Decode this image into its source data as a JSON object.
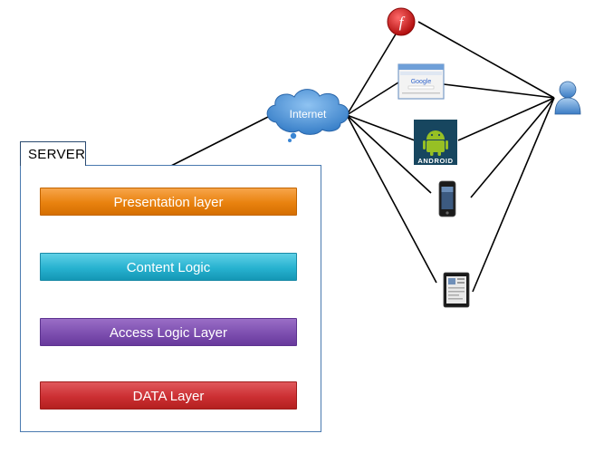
{
  "server": {
    "title": "SERVER"
  },
  "layers": {
    "presentation": "Presentation layer",
    "content": "Content Logic",
    "access": "Access Logic Layer",
    "data": "DATA Layer"
  },
  "internet": {
    "label": "Internet"
  },
  "clients": {
    "flash_icon": "flash-icon",
    "browser_icon": "web-browser-icon",
    "android_icon": "android-icon",
    "android_text": "ANDROID",
    "phone_icon": "smartphone-icon",
    "tablet_icon": "tablet-icon",
    "user_icon": "user-icon"
  },
  "colors": {
    "presentation": "#e9820f",
    "content": "#27b2d0",
    "access": "#7d4fb0",
    "data": "#cc2f33",
    "arrow": "#c0282b",
    "cloud": "#3a86d4",
    "android_bg": "#1a4f6e",
    "android_green": "#97c024"
  }
}
